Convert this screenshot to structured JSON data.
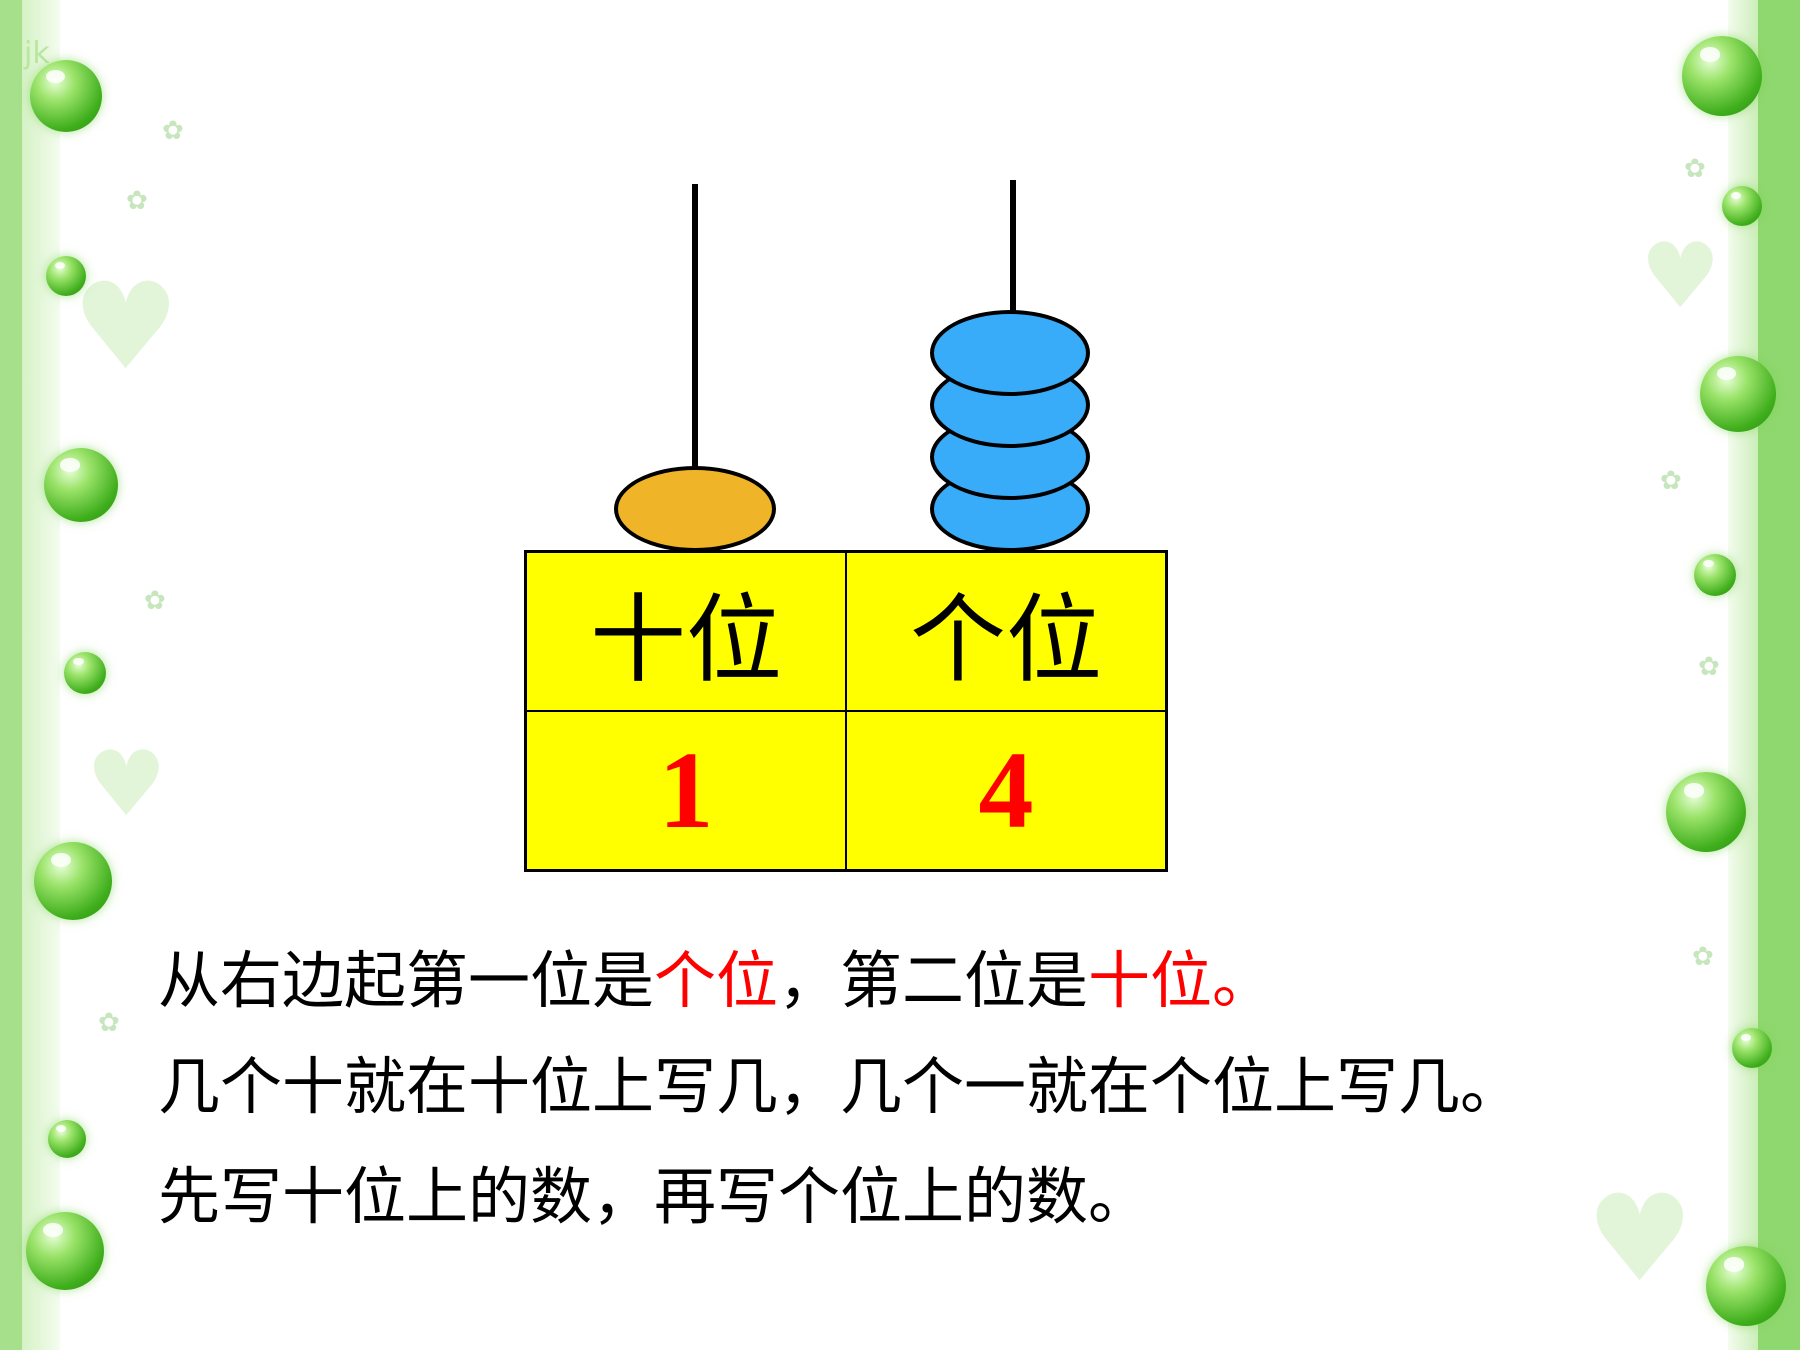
{
  "corner_label": "jk",
  "abacus": {
    "tens_beads": 1,
    "ones_beads": 4,
    "colors": {
      "tens_bead": "#f0b429",
      "ones_bead": "#38acf8"
    }
  },
  "table": {
    "headers": [
      "十位",
      "个位"
    ],
    "values": [
      "1",
      "4"
    ]
  },
  "lines": {
    "line1": {
      "part1": "从右边起第一位是",
      "part2": "个位",
      "part3": "，第二位是",
      "part4": "十位。"
    },
    "line2": "几个十就在十位上写几，几个一就在个位上写几。",
    "line3": "先写十位上的数，再写个位上的数。"
  },
  "colors": {
    "highlight": "#ff0000",
    "cell_background": "#ffff00",
    "border_green": "#8fd86f"
  },
  "decor_icons": [
    "green-bubble",
    "heart",
    "sparkle"
  ]
}
